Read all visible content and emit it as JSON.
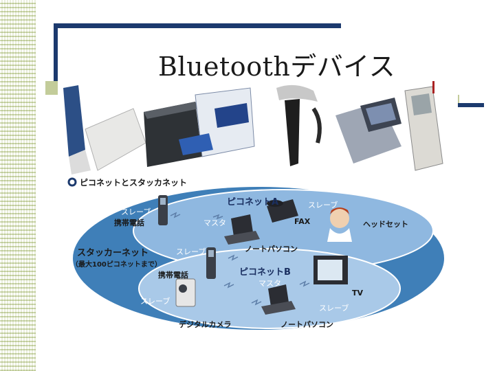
{
  "slide": {
    "title": "Bluetoothデバイス"
  },
  "diagram": {
    "legend": "ピコネットとスタッカネット",
    "piconet_a": "ピコネットA",
    "piconet_b": "ピコネットB",
    "scatternet": "スタッカーネット",
    "scatternet_note": "（最大100ピコネットまで）",
    "labels": {
      "slave_1": "スレーブ",
      "phone_1": "携帯電話",
      "master_a": "マスタ",
      "slave_fax": "スレーブ",
      "fax": "FAX",
      "headset": "ヘッドセット",
      "laptop_a": "ノートパソコン",
      "slave_bridge": "スレーブ",
      "phone_bridge": "携帯電話",
      "master_b": "マスタ",
      "slave_camera": "スレーブ",
      "camera": "デジタルカメラ",
      "tv": "TV",
      "slave_tv": "スレーブ",
      "laptop_b": "ノートパソコン"
    }
  },
  "colors": {
    "navy": "#1c3a6e",
    "olive": "#c3cc9a",
    "ellipse_outer": "#3f7fb8",
    "ellipse_a": "#8fb8e0",
    "ellipse_b": "#a9c9e8"
  }
}
